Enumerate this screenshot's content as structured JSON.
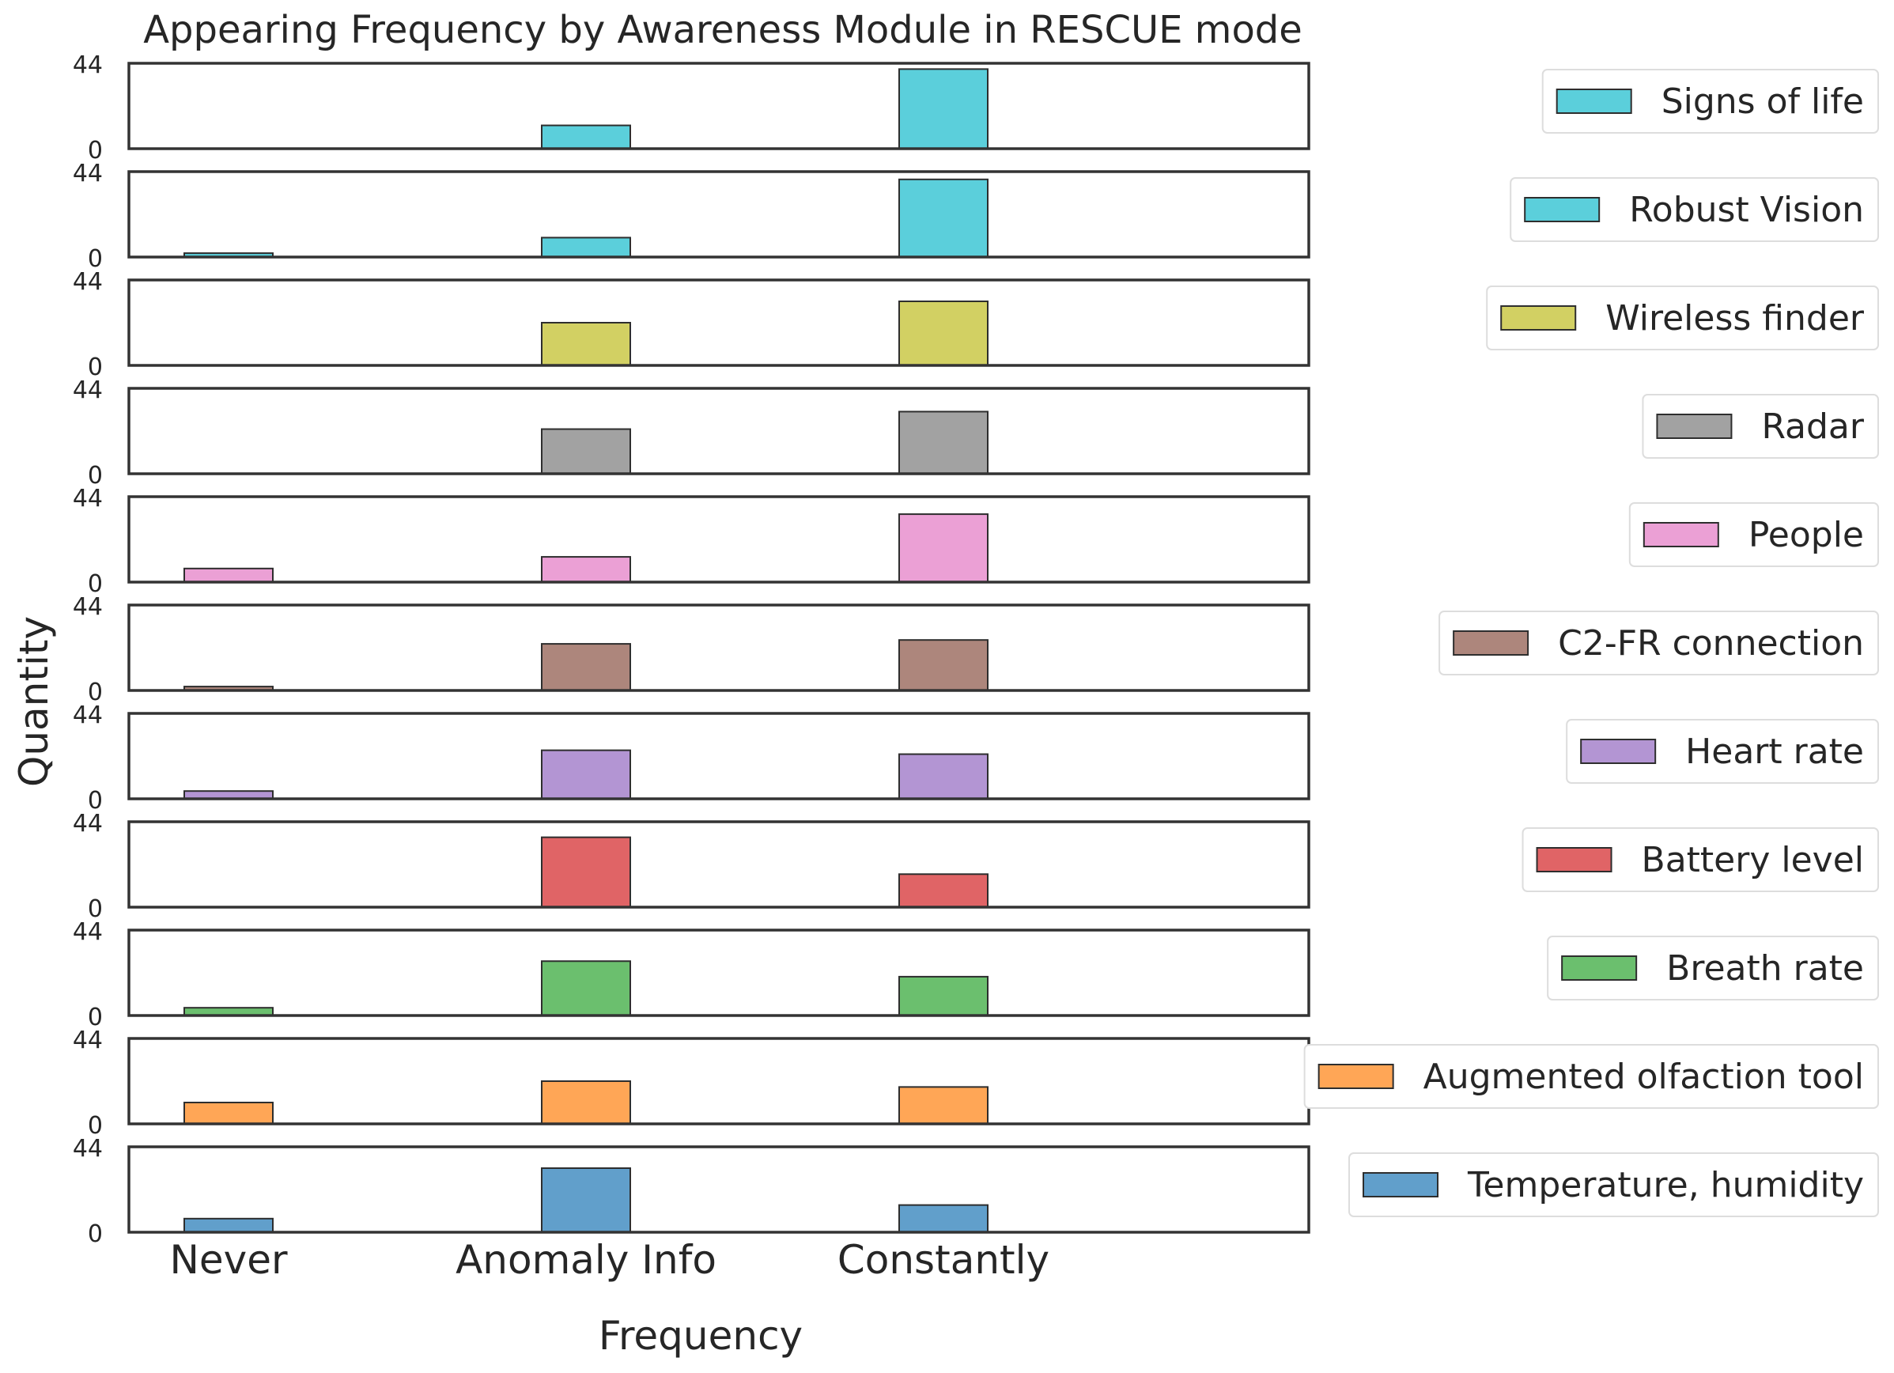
{
  "chart_data": {
    "type": "bar",
    "title": "Appearing Frequency by Awareness Module in RESCUE mode",
    "xlabel": "Frequency",
    "ylabel": "Quantity",
    "categories": [
      "Never",
      "Anomaly Info",
      "Constantly"
    ],
    "ylim": [
      0,
      44
    ],
    "yticks": [
      "44",
      "0"
    ],
    "layout": "stacked small multiples, one panel per series, shared x axis",
    "grid": false,
    "legend": "right, one entry per panel",
    "series": [
      {
        "name": "Signs of life",
        "color": "#5bcfdb",
        "values": [
          0,
          12,
          41
        ]
      },
      {
        "name": "Robust Vision",
        "color": "#5bcfdb",
        "values": [
          2,
          10,
          40
        ]
      },
      {
        "name": "Wireless finder",
        "color": "#d2d063",
        "values": [
          0,
          22,
          33
        ]
      },
      {
        "name": "Radar",
        "color": "#a2a2a2",
        "values": [
          0,
          23,
          32
        ]
      },
      {
        "name": "People",
        "color": "#eba0d5",
        "values": [
          7,
          13,
          35
        ]
      },
      {
        "name": "C2-FR connection",
        "color": "#ad867c",
        "values": [
          2,
          24,
          26
        ]
      },
      {
        "name": "Heart rate",
        "color": "#b395d3",
        "values": [
          4,
          25,
          23
        ]
      },
      {
        "name": "Battery level",
        "color": "#e06466",
        "values": [
          0,
          36,
          17
        ]
      },
      {
        "name": "Breath rate",
        "color": "#6bbf6e",
        "values": [
          4,
          28,
          20
        ]
      },
      {
        "name": "Augmented olfaction tool",
        "color": "#ffa656",
        "values": [
          11,
          22,
          19
        ]
      },
      {
        "name": "Temperature, humidity",
        "color": "#619fcb",
        "values": [
          7,
          33,
          14
        ]
      }
    ]
  }
}
